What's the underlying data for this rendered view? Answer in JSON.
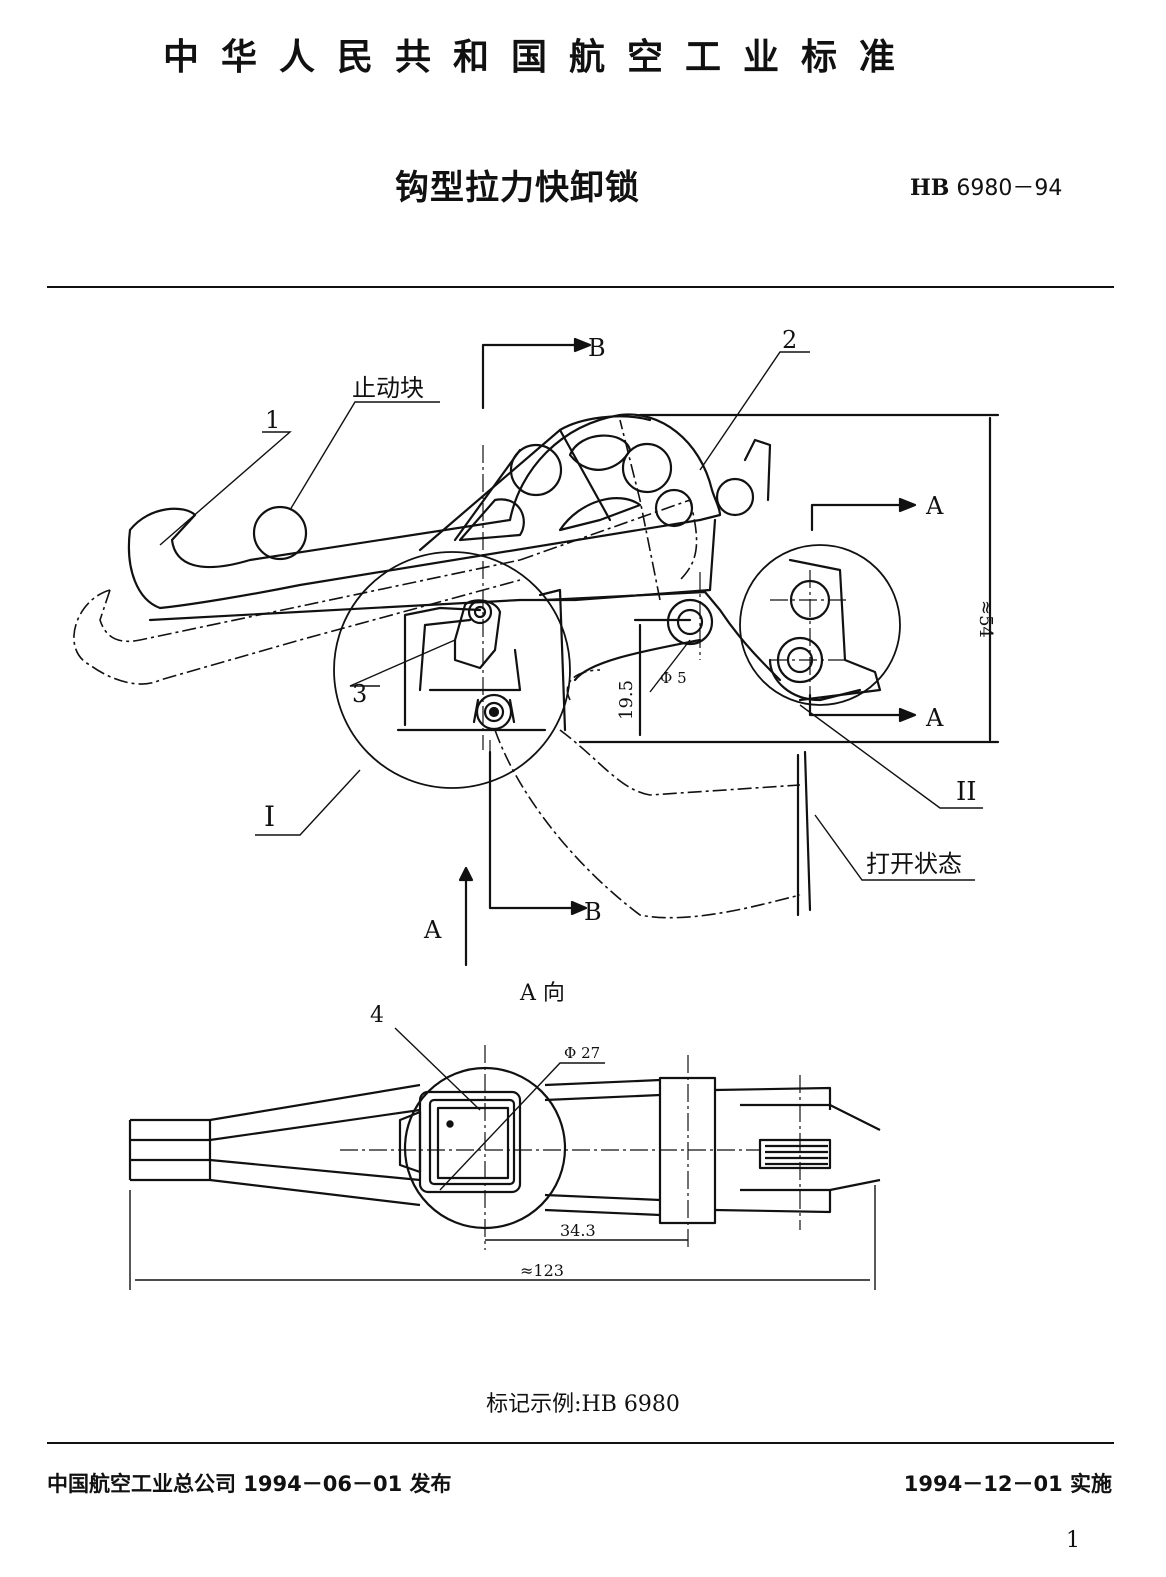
{
  "header": {
    "standard_title": "中华人民共和国航空工业标准"
  },
  "document": {
    "title": "钩型拉力快卸锁",
    "std_code": "HB",
    "std_number": "6980－94"
  },
  "drawing": {
    "labels": {
      "part1": "1",
      "part2": "2",
      "part3": "3",
      "part4": "4",
      "stop_block": "止动块",
      "section_b_top": "B",
      "section_b_bottom": "B",
      "section_a_right_top": "A",
      "section_a_right_bottom": "A",
      "view_arrow_a": "A",
      "detail_i": "I",
      "detail_ii": "II",
      "open_state": "打开状态",
      "dim_height": "≈54",
      "dim_19_5": "19.5",
      "dim_phi5": "Φ 5",
      "view_a_title": "A 向",
      "dim_phi27": "Φ 27",
      "dim_34_3": "34.3",
      "dim_123": "≈123"
    }
  },
  "marking_example": "标记示例:HB 6980",
  "footer": {
    "issued": "中国航空工业总公司 1994－06－01 发布",
    "effective": "1994－12－01 实施"
  },
  "page_number": "1"
}
